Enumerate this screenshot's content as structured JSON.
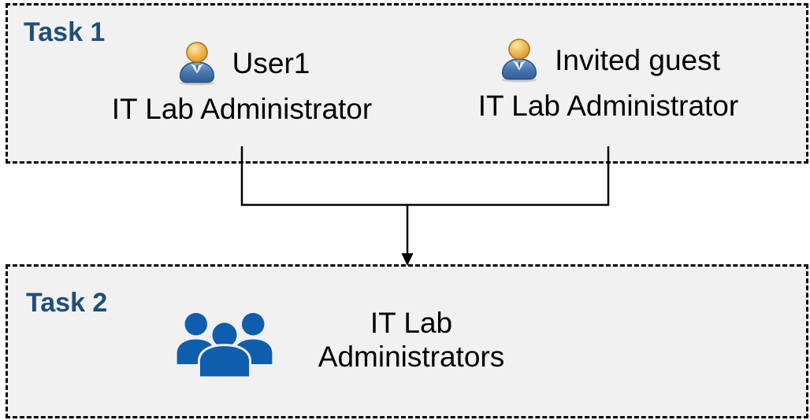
{
  "task1": {
    "label": "Task 1",
    "entities": [
      {
        "name": "User1",
        "role": "IT Lab Administrator",
        "icon": "person-icon"
      },
      {
        "name": "Invited guest",
        "role": "IT Lab Administrator",
        "icon": "person-icon"
      }
    ]
  },
  "task2": {
    "label": "Task 2",
    "group": {
      "icon": "people-group-icon",
      "name_lines": [
        "IT Lab",
        "Administrators"
      ]
    }
  },
  "connector": {
    "description": "lines from User1 and Invited guest merge into arrow pointing at IT Lab Administrators group"
  },
  "colors": {
    "task_label": "#1F4E79",
    "box_background": "#F1F1F1",
    "box_border": "#000000",
    "connector": "#000000",
    "text": "#000000",
    "group_icon_blue": "#0E5EAD",
    "person_head_gold": "#EFB54D",
    "person_body_blue": "#4878B0"
  }
}
